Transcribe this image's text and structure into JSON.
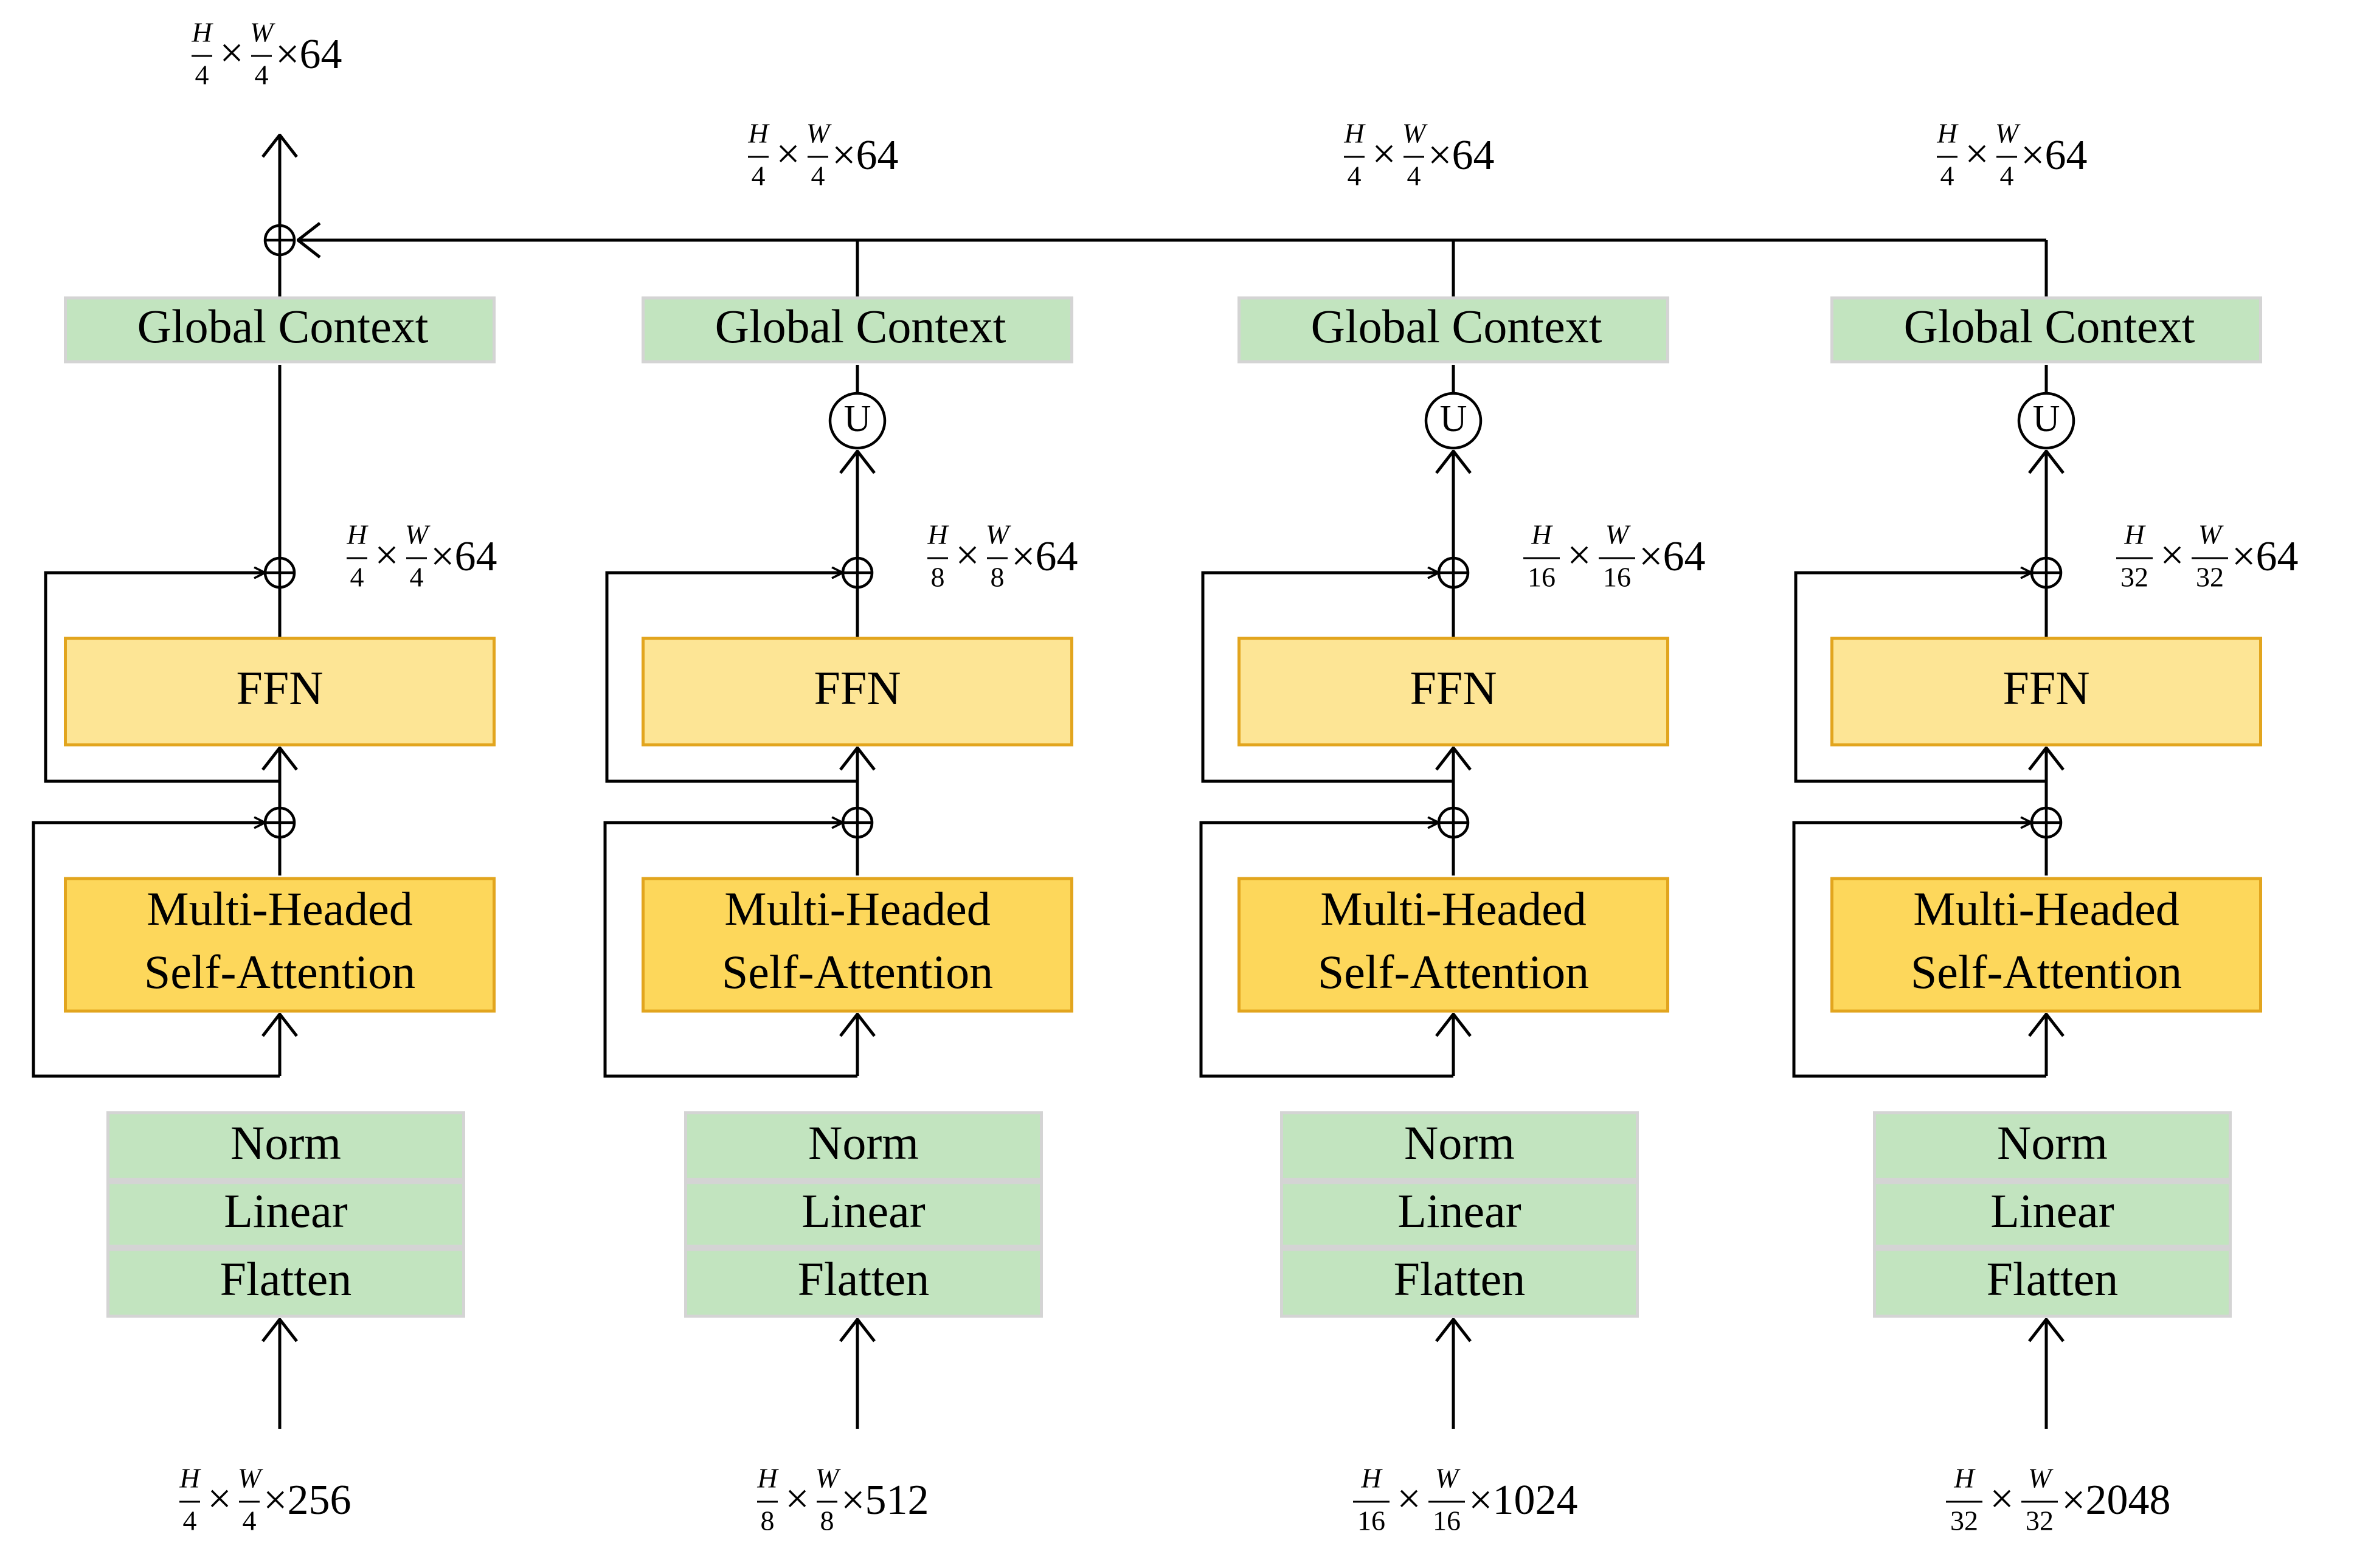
{
  "blocks": {
    "global_context": "Global Context",
    "ffn": "FFN",
    "mhsa_line1": "Multi-Headed",
    "mhsa_line2": "Self-Attention",
    "norm": "Norm",
    "linear": "Linear",
    "flatten": "Flatten",
    "upsample": "U",
    "add": "⊕"
  },
  "columns": [
    {
      "input": {
        "hd": "4",
        "wd": "4",
        "c": "256"
      },
      "mid": {
        "hd": "4",
        "wd": "4",
        "c": "64"
      },
      "out": {
        "hd": "4",
        "wd": "4",
        "c": "64"
      }
    },
    {
      "input": {
        "hd": "8",
        "wd": "8",
        "c": "512"
      },
      "mid": {
        "hd": "8",
        "wd": "8",
        "c": "64"
      },
      "out": {
        "hd": "4",
        "wd": "4",
        "c": "64"
      }
    },
    {
      "input": {
        "hd": "16",
        "wd": "16",
        "c": "1024"
      },
      "mid": {
        "hd": "16",
        "wd": "16",
        "c": "64"
      },
      "out": {
        "hd": "4",
        "wd": "4",
        "c": "64"
      }
    },
    {
      "input": {
        "hd": "32",
        "wd": "32",
        "c": "2048"
      },
      "mid": {
        "hd": "32",
        "wd": "32",
        "c": "64"
      },
      "out": {
        "hd": "4",
        "wd": "4",
        "c": "64"
      }
    }
  ],
  "final_output": {
    "hd": "4",
    "wd": "4",
    "c": "64"
  },
  "symbols": {
    "H": "H",
    "W": "W",
    "times": "×"
  },
  "colors": {
    "green_fill": "#c2e4bf",
    "green_stroke": "#d4d4d4",
    "ffn_fill": "#fde595",
    "mhsa_fill": "#fdd75b",
    "yellow_stroke": "#e2a51e",
    "line": "#000000"
  }
}
